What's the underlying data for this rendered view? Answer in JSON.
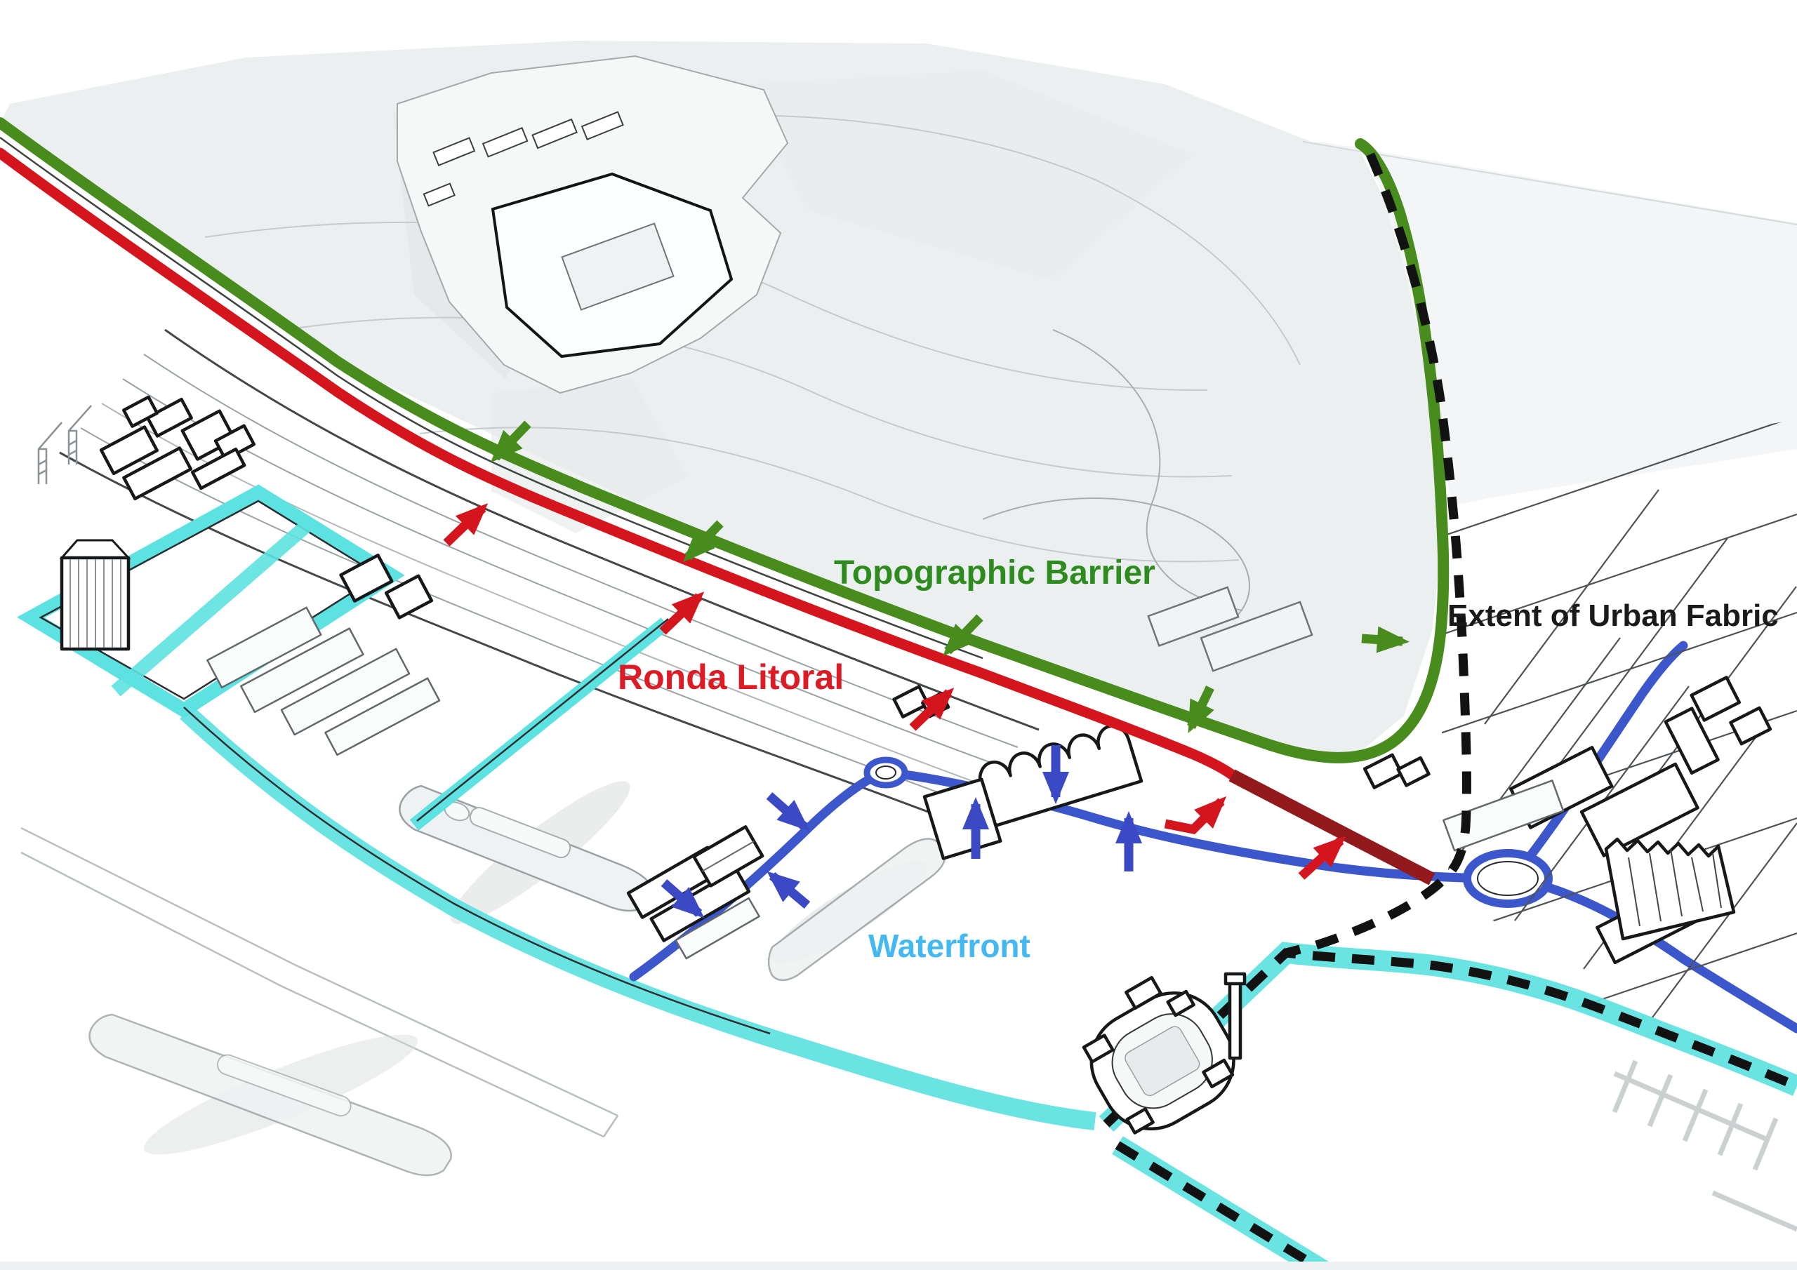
{
  "diagram": {
    "type": "urban-analysis-axonometric-map",
    "labels": {
      "topographic_barrier": "Topographic Barrier",
      "extent_of_urban_fabric": "Extent of Urban Fabric",
      "ronda_litoral": "Ronda Litoral",
      "waterfront": "Waterfront"
    },
    "legend_lines": [
      {
        "name": "Topographic Barrier",
        "style": "solid-curve",
        "color": "#478c1d"
      },
      {
        "name": "Ronda Litoral",
        "style": "solid",
        "color": "#d5151d",
        "tunnel_segment_color": "#92191c"
      },
      {
        "name": "Extent of Urban Fabric",
        "style": "dashed",
        "color": "#121212"
      },
      {
        "name": "Waterfront",
        "style": "solid",
        "color": "#3c56cb",
        "quay_highlight_color": "#5ce2e0"
      }
    ],
    "annotations": {
      "green_arrows": 5,
      "red_arrows": 5,
      "blue_arrows": 6,
      "roundabouts": 2
    },
    "colors": {
      "green-line": "#478c1d",
      "green-text": "#2e8c1e",
      "red-line": "#d5151d",
      "red-text": "#dd1b24",
      "maroon-line": "#92191c",
      "dash-color": "#121212",
      "black-text": "#1a1a1a",
      "blue-line": "#3c56cb",
      "blue-arrow": "#3b49c4",
      "cyan": "#5ce2e0",
      "waterfront-text": "#44b9f1",
      "hill-fill": "#eceff0",
      "sea-fill": "#f3f5f6"
    }
  }
}
